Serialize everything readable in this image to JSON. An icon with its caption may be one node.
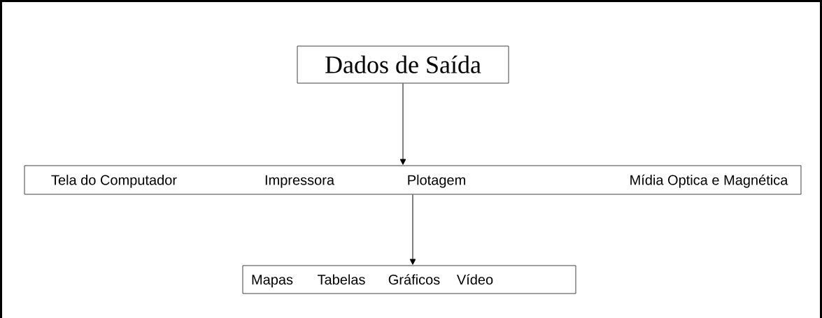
{
  "diagram": {
    "nodes": [
      {
        "text": [
          "Dados de Saída"
        ]
      },
      {
        "text": [
          "Tela do Computador",
          "Impressora",
          "Plotagem",
          "Mídia Optica e Magnética"
        ]
      },
      {
        "text": [
          "Mapas",
          "Tabelas",
          "Gráficos",
          "Vídeo"
        ]
      }
    ],
    "edges": [
      {
        "from": 0,
        "to": 1,
        "arrow": "to"
      },
      {
        "from": 1,
        "to": 2,
        "arrow": "to"
      }
    ]
  }
}
